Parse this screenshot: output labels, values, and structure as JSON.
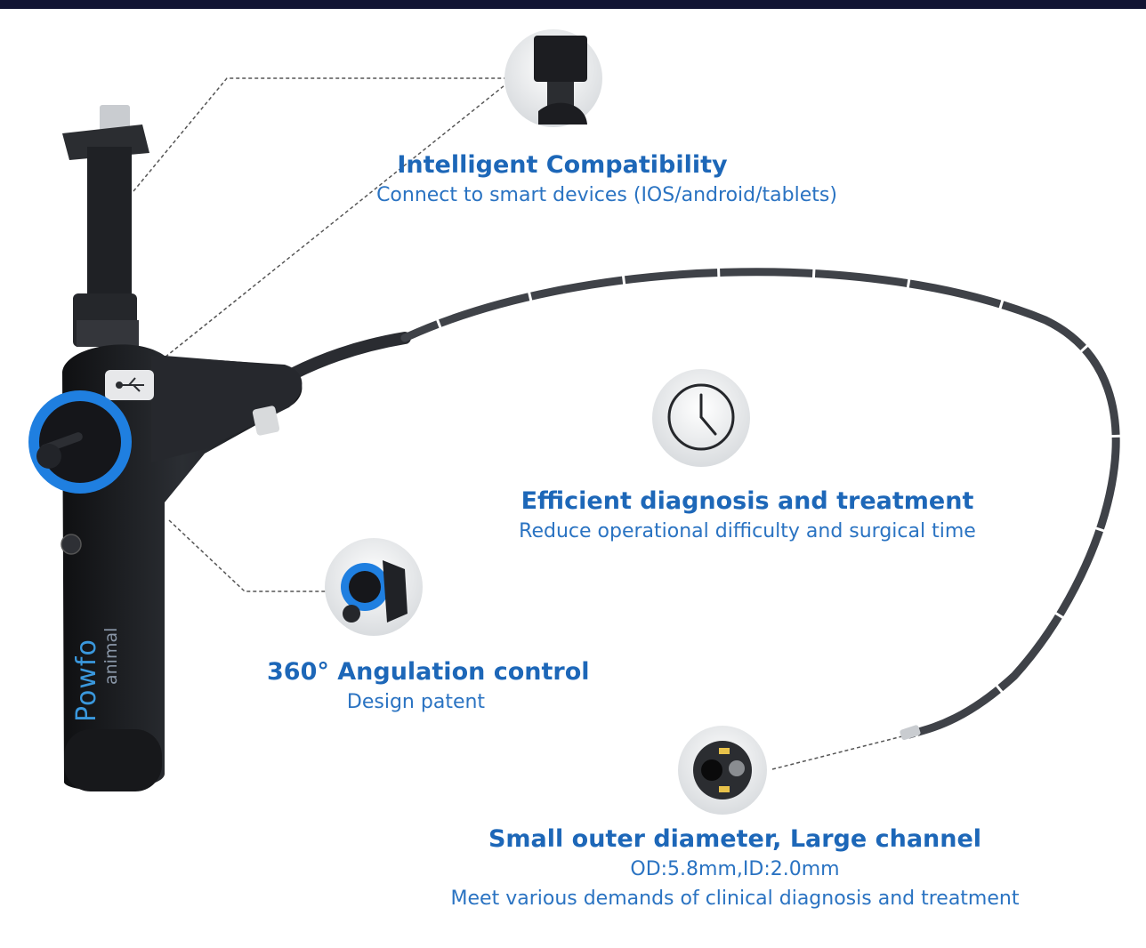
{
  "brand": {
    "name": "Powfo",
    "tagline": "animal"
  },
  "features": {
    "compatibility": {
      "title": "Intelligent Compatibility",
      "subtitle": "Connect to smart devices (IOS/android/tablets)"
    },
    "efficiency": {
      "title": "Efficient diagnosis and treatment",
      "subtitle": "Reduce operational difficulty and surgical time"
    },
    "angulation": {
      "title": "360°  Angulation control",
      "subtitle": "Design patent"
    },
    "diameter": {
      "title": "Small outer diameter, Large channel",
      "subtitle": "OD:5.8mm,ID:2.0mm",
      "detail": "Meet various demands of clinical diagnosis and treatment"
    }
  },
  "colors": {
    "accent": "#1d67b8",
    "dial": "#1f7fe0",
    "body": "#1c1e22",
    "top_bar": "#121533"
  },
  "icons": {
    "usb": "usb-icon",
    "clock": "clock-icon",
    "power": "power-icon"
  }
}
